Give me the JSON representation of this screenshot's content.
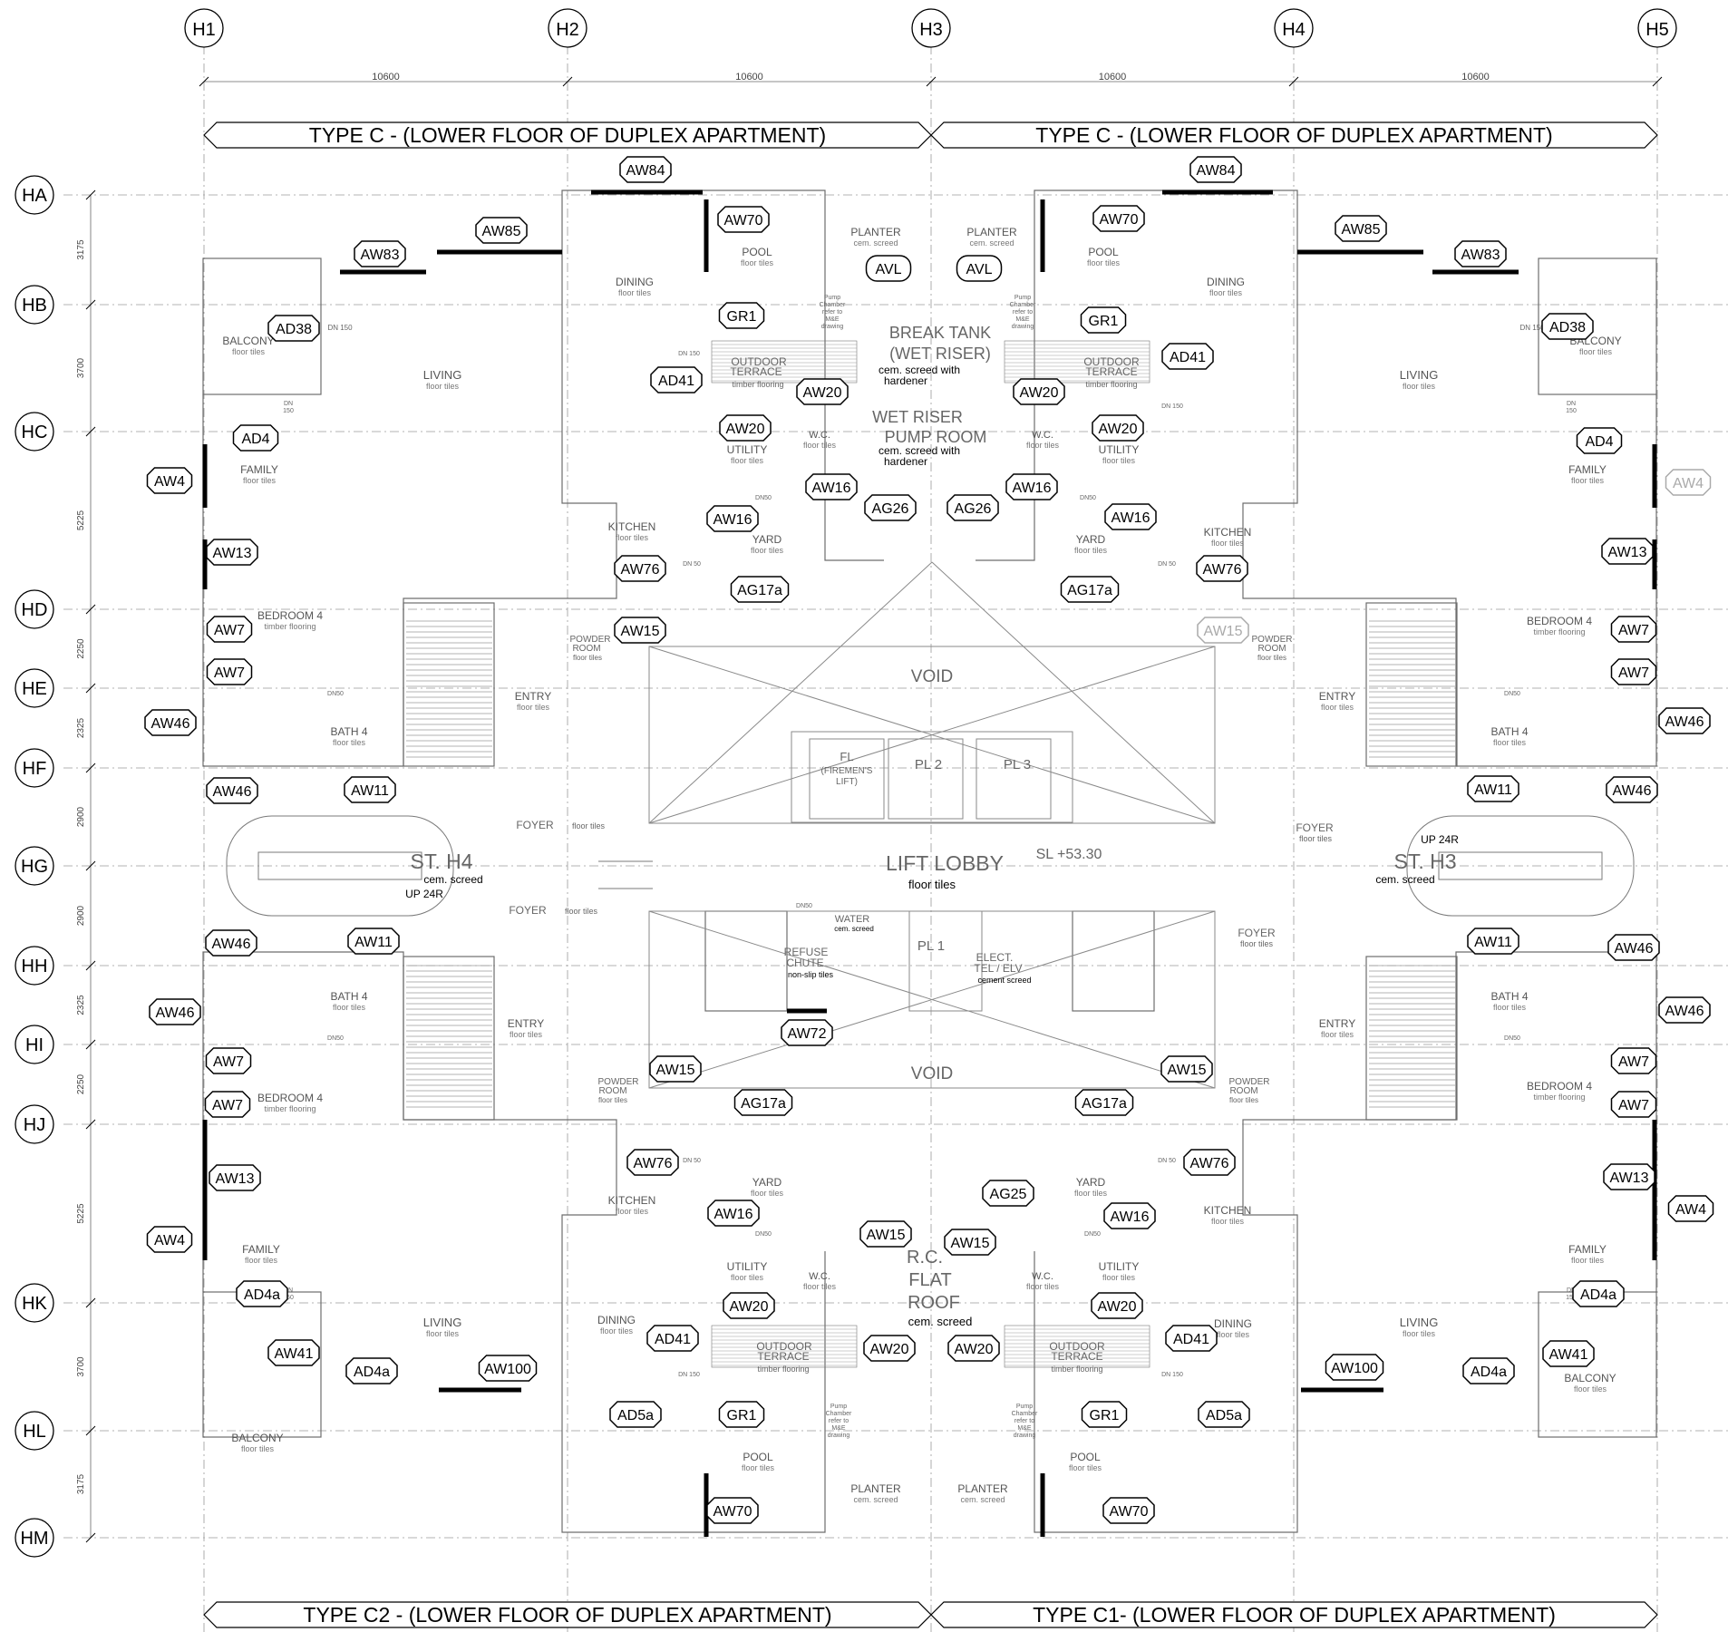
{
  "grid": {
    "columns": [
      "H1",
      "H2",
      "H3",
      "H4",
      "H5"
    ],
    "rows": [
      "HA",
      "HB",
      "HC",
      "HD",
      "HE",
      "HF",
      "HG",
      "HH",
      "HI",
      "HJ",
      "HK",
      "HL",
      "HM"
    ],
    "column_dims": [
      "10600",
      "10600",
      "10600",
      "10600"
    ],
    "row_dims": [
      "3175",
      "3700",
      "5225",
      "2250",
      "2325",
      "2900",
      "2900",
      "2325",
      "2250",
      "5225",
      "3700",
      "3175"
    ]
  },
  "banners": {
    "top_left": "TYPE C - (LOWER FLOOR OF DUPLEX APARTMENT)",
    "top_right": "TYPE C - (LOWER FLOOR OF DUPLEX APARTMENT)",
    "bottom_left": "TYPE C2 - (LOWER FLOOR OF DUPLEX APARTMENT)",
    "bottom_right": "TYPE C1- (LOWER FLOOR OF DUPLEX APARTMENT)"
  },
  "rooms": {
    "dining": "DINING",
    "living": "LIVING",
    "family": "FAMILY",
    "balcony": "BALCONY",
    "kitchen": "KITCHEN",
    "yard": "YARD",
    "utility": "UTILITY",
    "wc": "W.C.",
    "bedroom4": "BEDROOM 4",
    "bath4": "BATH 4",
    "entry": "ENTRY",
    "foyer": "FOYER",
    "pool": "POOL",
    "planter": "PLANTER",
    "outdoor_terrace_1": "OUTDOOR",
    "outdoor_terrace_2": "TERRACE",
    "powder_1": "POWDER",
    "powder_2": "ROOM",
    "void": "VOID",
    "lift_lobby": "LIFT LOBBY",
    "st_h4": "ST. H4",
    "st_h3": "ST. H3",
    "break_tank_1": "BREAK TANK",
    "break_tank_2": "(WET RISER)",
    "pump_1": "WET RISER",
    "pump_2": "PUMP ROOM",
    "rc_1": "R.C.",
    "rc_2": "FLAT",
    "rc_3": "ROOF",
    "refuse_1": "REFUSE",
    "refuse_2": "CHUTE",
    "water": "WATER",
    "elect_1": "ELECT.",
    "elect_2": "TEL / ELV",
    "pl1": "PL 1",
    "pl2": "PL 2",
    "pl3": "PL 3",
    "fl_1": "FL",
    "fl_2": "(FIREMEN'S",
    "fl_3": "LIFT)",
    "sl_level": "SL +53.30"
  },
  "finishes": {
    "floor_tiles": "floor tiles",
    "timber_flooring": "timber flooring",
    "cem_screed": "cem. screed",
    "cement_screed": "cement screed",
    "non_slip": "non-slip tiles",
    "cem_hardener_1": "cem. screed with",
    "cem_hardener_2": "hardener",
    "pump_note_1": "Pump",
    "pump_note_2": "Chamber",
    "pump_note_3": "refer to",
    "pump_note_4": "M&E",
    "pump_note_5": "drawing",
    "up_24r": "UP 24R",
    "dn50": "DN50",
    "dn_50": "DN 50",
    "dn150": "DN 150",
    "dn": "DN",
    "d150": "150"
  },
  "tags": {
    "AW84": "AW84",
    "AW85": "AW85",
    "AW83": "AW83",
    "AW70": "AW70",
    "AVL": "AVL",
    "GR1": "GR1",
    "AD38": "AD38",
    "AD41": "AD41",
    "AW20": "AW20",
    "AD4": "AD4",
    "AW4": "AW4",
    "AW16": "AW16",
    "AG26": "AG26",
    "AW13": "AW13",
    "AW76": "AW76",
    "AG17a": "AG17a",
    "AW7": "AW7",
    "AW15": "AW15",
    "AW46": "AW46",
    "AW11": "AW11",
    "AW72": "AW72",
    "AG25": "AG25",
    "AD4a": "AD4a",
    "AW41": "AW41",
    "AW100": "AW100",
    "AD5a": "AD5a"
  }
}
